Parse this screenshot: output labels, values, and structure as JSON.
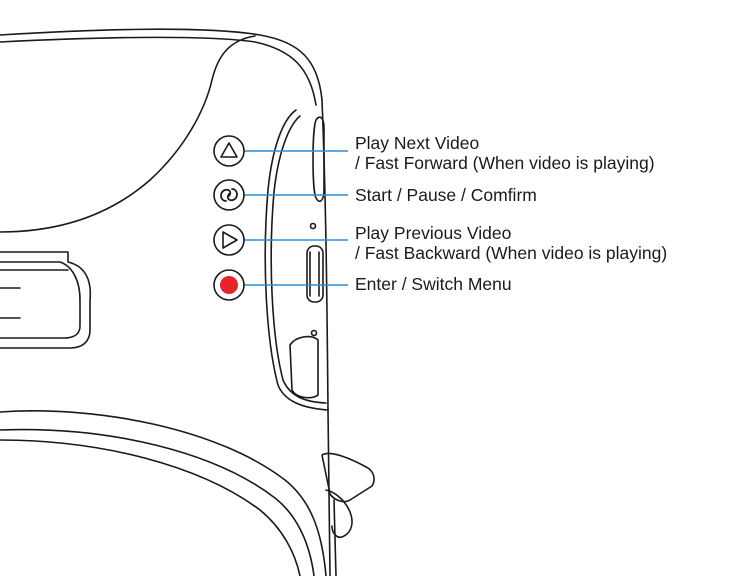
{
  "colors": {
    "outline": "#1a1a1a",
    "leader_line": "#2a8fd6",
    "enter_button": "#e8242b"
  },
  "buttons": [
    {
      "icon": "triangle-up-icon",
      "lines": [
        "Play Next Video",
        "/ Fast Forward (When video is playing)"
      ]
    },
    {
      "icon": "play-pause-swirl-icon",
      "lines": [
        "Start / Pause / Comfirm"
      ]
    },
    {
      "icon": "triangle-right-icon",
      "lines": [
        "Play Previous Video",
        "/ Fast Backward (When video is playing)"
      ]
    },
    {
      "icon": "red-dot-icon",
      "lines": [
        "Enter / Switch Menu"
      ]
    }
  ]
}
